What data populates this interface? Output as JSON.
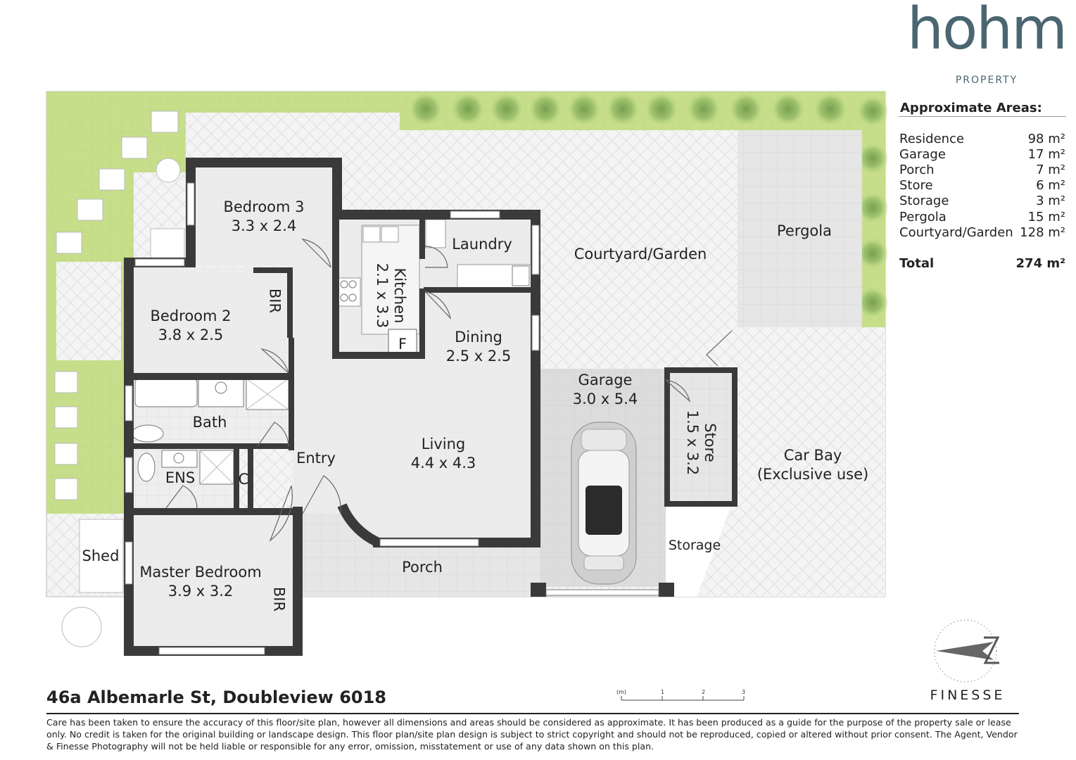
{
  "brand": {
    "logo": "hohm",
    "sub": "PROPERTY"
  },
  "areas": {
    "title": "Approximate Areas:",
    "rows": [
      {
        "name": "Residence",
        "value": "98 m²"
      },
      {
        "name": "Garage",
        "value": "17 m²"
      },
      {
        "name": "Porch",
        "value": "7 m²"
      },
      {
        "name": "Store",
        "value": "6 m²"
      },
      {
        "name": "Storage",
        "value": "3 m²"
      },
      {
        "name": "Pergola",
        "value": "15 m²"
      },
      {
        "name": "Courtyard/Garden",
        "value": "128 m²"
      }
    ],
    "total_label": "Total",
    "total_value": "274 m²"
  },
  "rooms": {
    "bedroom3": {
      "name": "Bedroom 3",
      "dims": "3.3 x 2.4"
    },
    "bedroom2": {
      "name": "Bedroom 2",
      "dims": "3.8 x 2.5"
    },
    "kitchen": {
      "name": "Kitchen",
      "dims": "2.1 x 3.3"
    },
    "laundry": {
      "name": "Laundry"
    },
    "dining": {
      "name": "Dining",
      "dims": "2.5 x 2.5"
    },
    "living": {
      "name": "Living",
      "dims": "4.4 x 4.3"
    },
    "bath": {
      "name": "Bath"
    },
    "ens": {
      "name": "ENS"
    },
    "c": {
      "name": "C"
    },
    "entry": {
      "name": "Entry"
    },
    "master": {
      "name": "Master Bedroom",
      "dims": "3.9 x 3.2"
    },
    "bir1": {
      "name": "BIR"
    },
    "bir2": {
      "name": "BIR"
    },
    "fridge": {
      "name": "F"
    },
    "shed": {
      "name": "Shed"
    },
    "porch": {
      "name": "Porch"
    },
    "garage": {
      "name": "Garage",
      "dims": "3.0 x 5.4"
    },
    "store": {
      "name": "Store",
      "dims": "1.5 x 3.2"
    },
    "storage": {
      "name": "Storage"
    },
    "courtyard": {
      "name": "Courtyard/Garden"
    },
    "pergola": {
      "name": "Pergola"
    },
    "carbay": {
      "name": "Car Bay",
      "sub": "(Exclusive use)"
    }
  },
  "scale": {
    "unit": "(m)",
    "ticks": [
      "1",
      "2",
      "3"
    ]
  },
  "compass_brand": "FINESSE",
  "address": "46a Albemarle St, Doubleview 6018",
  "disclaimer": "Care has been taken to ensure the accuracy of this floor/site plan, however all dimensions and areas should be considered as approximate. It has been produced as a guide for the purpose of the property sale or lease only. No credit is taken for the original building or landscape design. This floor plan/site plan design is subject to strict copyright and should not be reproduced, copied or altered without prior consent. The Agent, Vendor & Finesse Photography will not be held liable or responsible for any error, omission, misstatement or use of any data shown on this plan.",
  "colors": {
    "wall": "#3a3a3a",
    "floor": "#ededed",
    "paving": "#f2f2f2",
    "lawn": "#c9e08c",
    "garage_floor": "#d6d6d6",
    "brand": "#4a6670"
  }
}
